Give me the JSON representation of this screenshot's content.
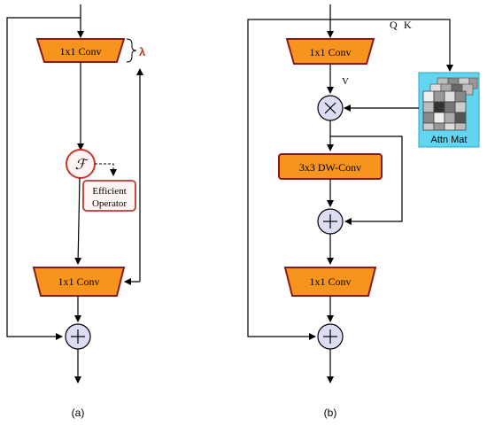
{
  "panel_a": {
    "conv_top": "1x1 Conv",
    "conv_bottom": "1x1 Conv",
    "lambda": "λ",
    "operator_symbol": "ℱ",
    "efficient_operator_line1": "Efficient",
    "efficient_operator_line2": "Operator",
    "caption": "(a)"
  },
  "panel_b": {
    "conv_top": "1x1 Conv",
    "dw_conv": "3x3 DW-Conv",
    "conv_bottom": "1x1 Conv",
    "q_label": "Q",
    "k_label": "K",
    "v_label": "V",
    "attn_label": "Attn Mat",
    "caption": "(b)"
  },
  "colors": {
    "conv_fill": "#f7941d",
    "conv_stroke": "#8b1a1a",
    "node_fill": "#dcdcf5",
    "operator_stroke": "#c0392b",
    "operator_fill": "#fff3f3",
    "lambda_color": "#c0392b",
    "attn_bg": "#62d5f0"
  }
}
